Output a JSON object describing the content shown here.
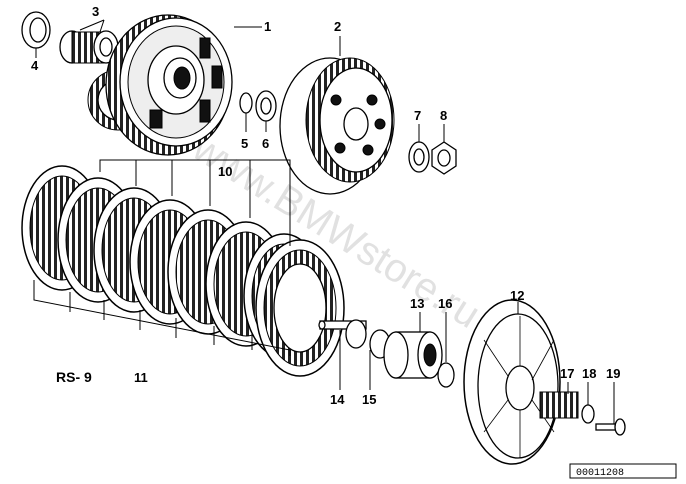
{
  "diagram": {
    "model": "RS- 9",
    "reference_number": "00011208",
    "watermark": "www.BMWstore.ru",
    "callouts": [
      "1",
      "2",
      "3",
      "4",
      "5",
      "6",
      "7",
      "8",
      "10",
      "11",
      "12",
      "13",
      "14",
      "15",
      "16",
      "17",
      "18",
      "19"
    ]
  }
}
